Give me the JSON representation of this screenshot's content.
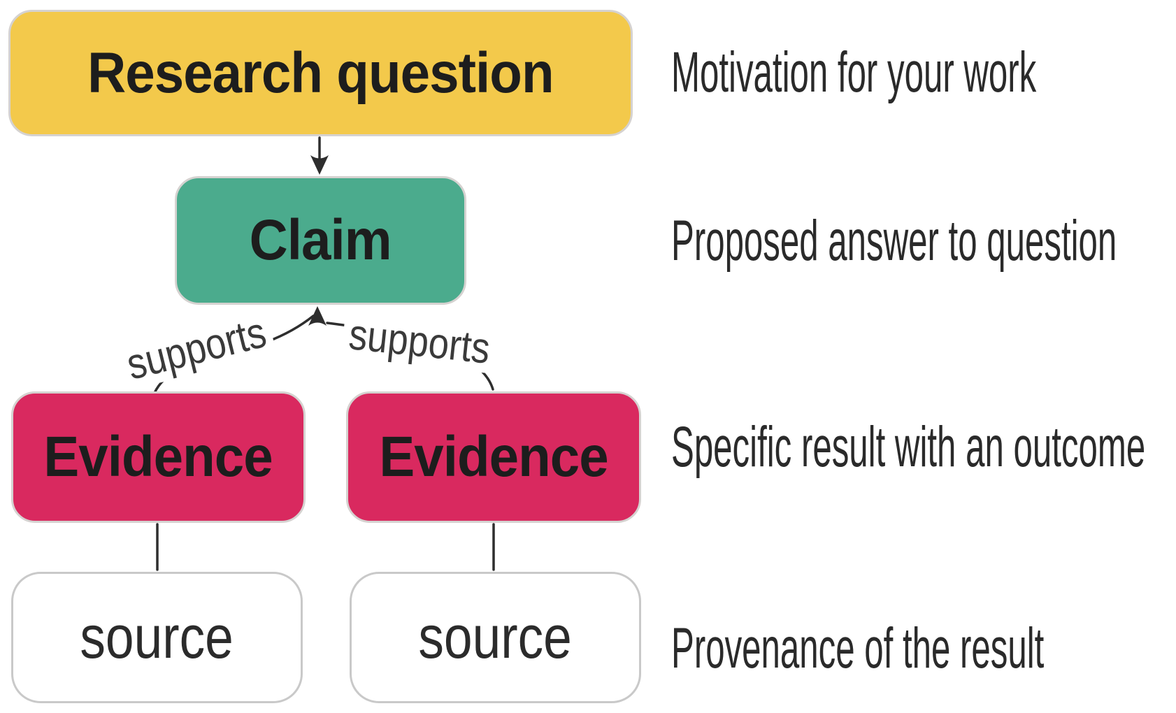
{
  "colors": {
    "node_yellow": "#F3C94B",
    "node_green": "#4BAB8D",
    "node_pink": "#D9295F",
    "node_white": "#FFFFFF",
    "line": "#2e2e2e",
    "node_border": "#d5d2d0",
    "source_border": "#c9c9c9",
    "label_text": "#1d1d1d",
    "annotation_text": "#2a2a2a"
  },
  "nodes": {
    "research_question": {
      "label": "Research question"
    },
    "claim": {
      "label": "Claim"
    },
    "evidence_left": {
      "label": "Evidence"
    },
    "evidence_right": {
      "label": "Evidence"
    },
    "source_left": {
      "label": "source"
    },
    "source_right": {
      "label": "source"
    }
  },
  "edges": {
    "evidence_left_to_claim": {
      "label": "supports"
    },
    "evidence_right_to_claim": {
      "label": "supports"
    }
  },
  "annotations": {
    "research_question": "Motivation for your work",
    "claim": "Proposed answer to question",
    "evidence": "Specific result with an outcome",
    "source": "Provenance of the result"
  }
}
